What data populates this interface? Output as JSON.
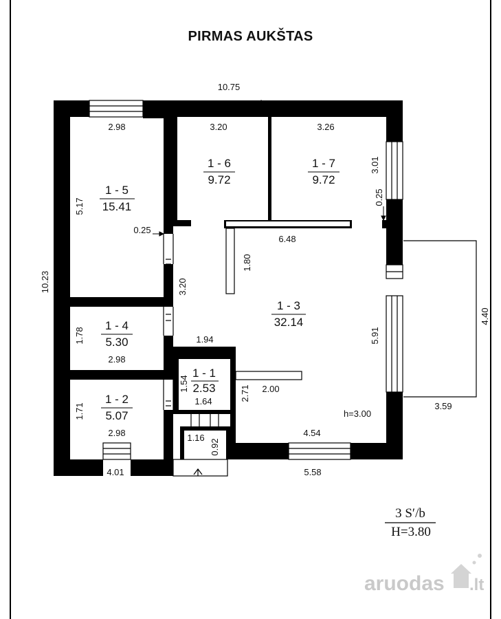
{
  "title": "PIRMAS AUKŠTAS",
  "rooms": [
    {
      "id": "1 - 5",
      "area": "15.41"
    },
    {
      "id": "1 - 6",
      "area": "9.72"
    },
    {
      "id": "1 - 7",
      "area": "9.72"
    },
    {
      "id": "1 - 3",
      "area": "32.14"
    },
    {
      "id": "1 - 4",
      "area": "5.30"
    },
    {
      "id": "1 - 1",
      "area": "2.53"
    },
    {
      "id": "1 - 2",
      "area": "5.07"
    }
  ],
  "dimensions": {
    "top_total": "10.75",
    "left_total": "10.23",
    "r15_width": "2.98",
    "r15_height": "5.17",
    "r16_width": "3.20",
    "r17_width": "3.26",
    "right_upper": "3.01",
    "right_small": "0.25",
    "left_gap": "0.25",
    "hall_top": "6.48",
    "partition": "1.80",
    "corridor": "3.20",
    "right_hall": "5.91",
    "r14_height": "1.78",
    "r14_width": "2.98",
    "r11_top": "1.94",
    "r11_height": "1.54",
    "r11_bottom": "1.64",
    "stair_height": "2.71",
    "stair_width": "2.00",
    "r12_height": "1.71",
    "r12_width": "2.98",
    "entry_width": "1.16",
    "entry_depth": "0.92",
    "bottom_left": "4.01",
    "bottom_right": "5.58",
    "hall_bottom": "4.54",
    "ceiling": "h=3.00",
    "terrace_height": "4.40",
    "terrace_width": "3.59"
  },
  "label": {
    "top": "3 S′/b",
    "bottom": "H=3.80"
  },
  "watermark": {
    "text": "aruodas",
    "suffix": ".lt"
  }
}
